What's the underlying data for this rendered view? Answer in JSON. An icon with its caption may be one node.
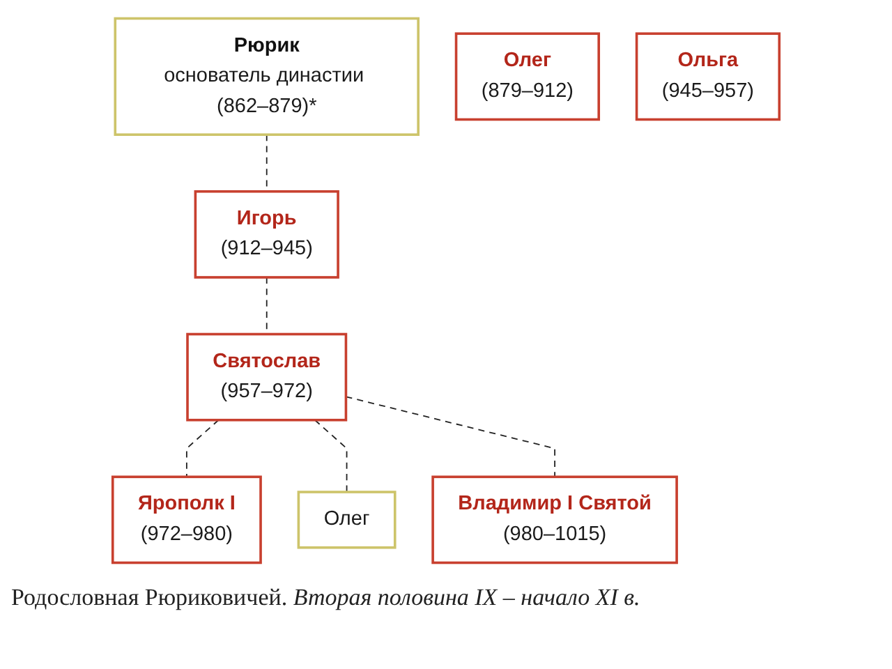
{
  "diagram": {
    "caption": "Родословная Рюриковичей. *Вторая половина IX – начало XI в.*",
    "nodes": [
      {
        "text": [
          "Рюрик",
          "основатель династии (862–879)*"
        ]
      },
      {
        "text": [
          "Олег",
          "(879–912)"
        ]
      },
      {
        "text": [
          "Игорь",
          "(912–945)"
        ]
      },
      {
        "text": [
          "Ольга",
          "(945–957)"
        ]
      },
      {
        "text": [
          "Святослав",
          "(957–972)"
        ]
      },
      {
        "text": [
          "Ярополк I",
          "(972–980)"
        ]
      },
      {
        "text": [
          "Олег"
        ]
      },
      {
        "text": [
          "Владимир I Святой",
          "(980–1015)"
        ]
      }
    ],
    "edges": [
      {
        "from": 0,
        "to": 2,
        "arrow": "none",
        "style": "dashed"
      },
      {
        "from": 2,
        "to": 4,
        "arrow": "none",
        "style": "dashed"
      },
      {
        "from": 4,
        "to": 5,
        "arrow": "none",
        "style": "dashed"
      },
      {
        "from": 4,
        "to": 6,
        "arrow": "none",
        "style": "dashed"
      },
      {
        "from": 4,
        "to": 7,
        "arrow": "none",
        "style": "dashed"
      }
    ]
  }
}
